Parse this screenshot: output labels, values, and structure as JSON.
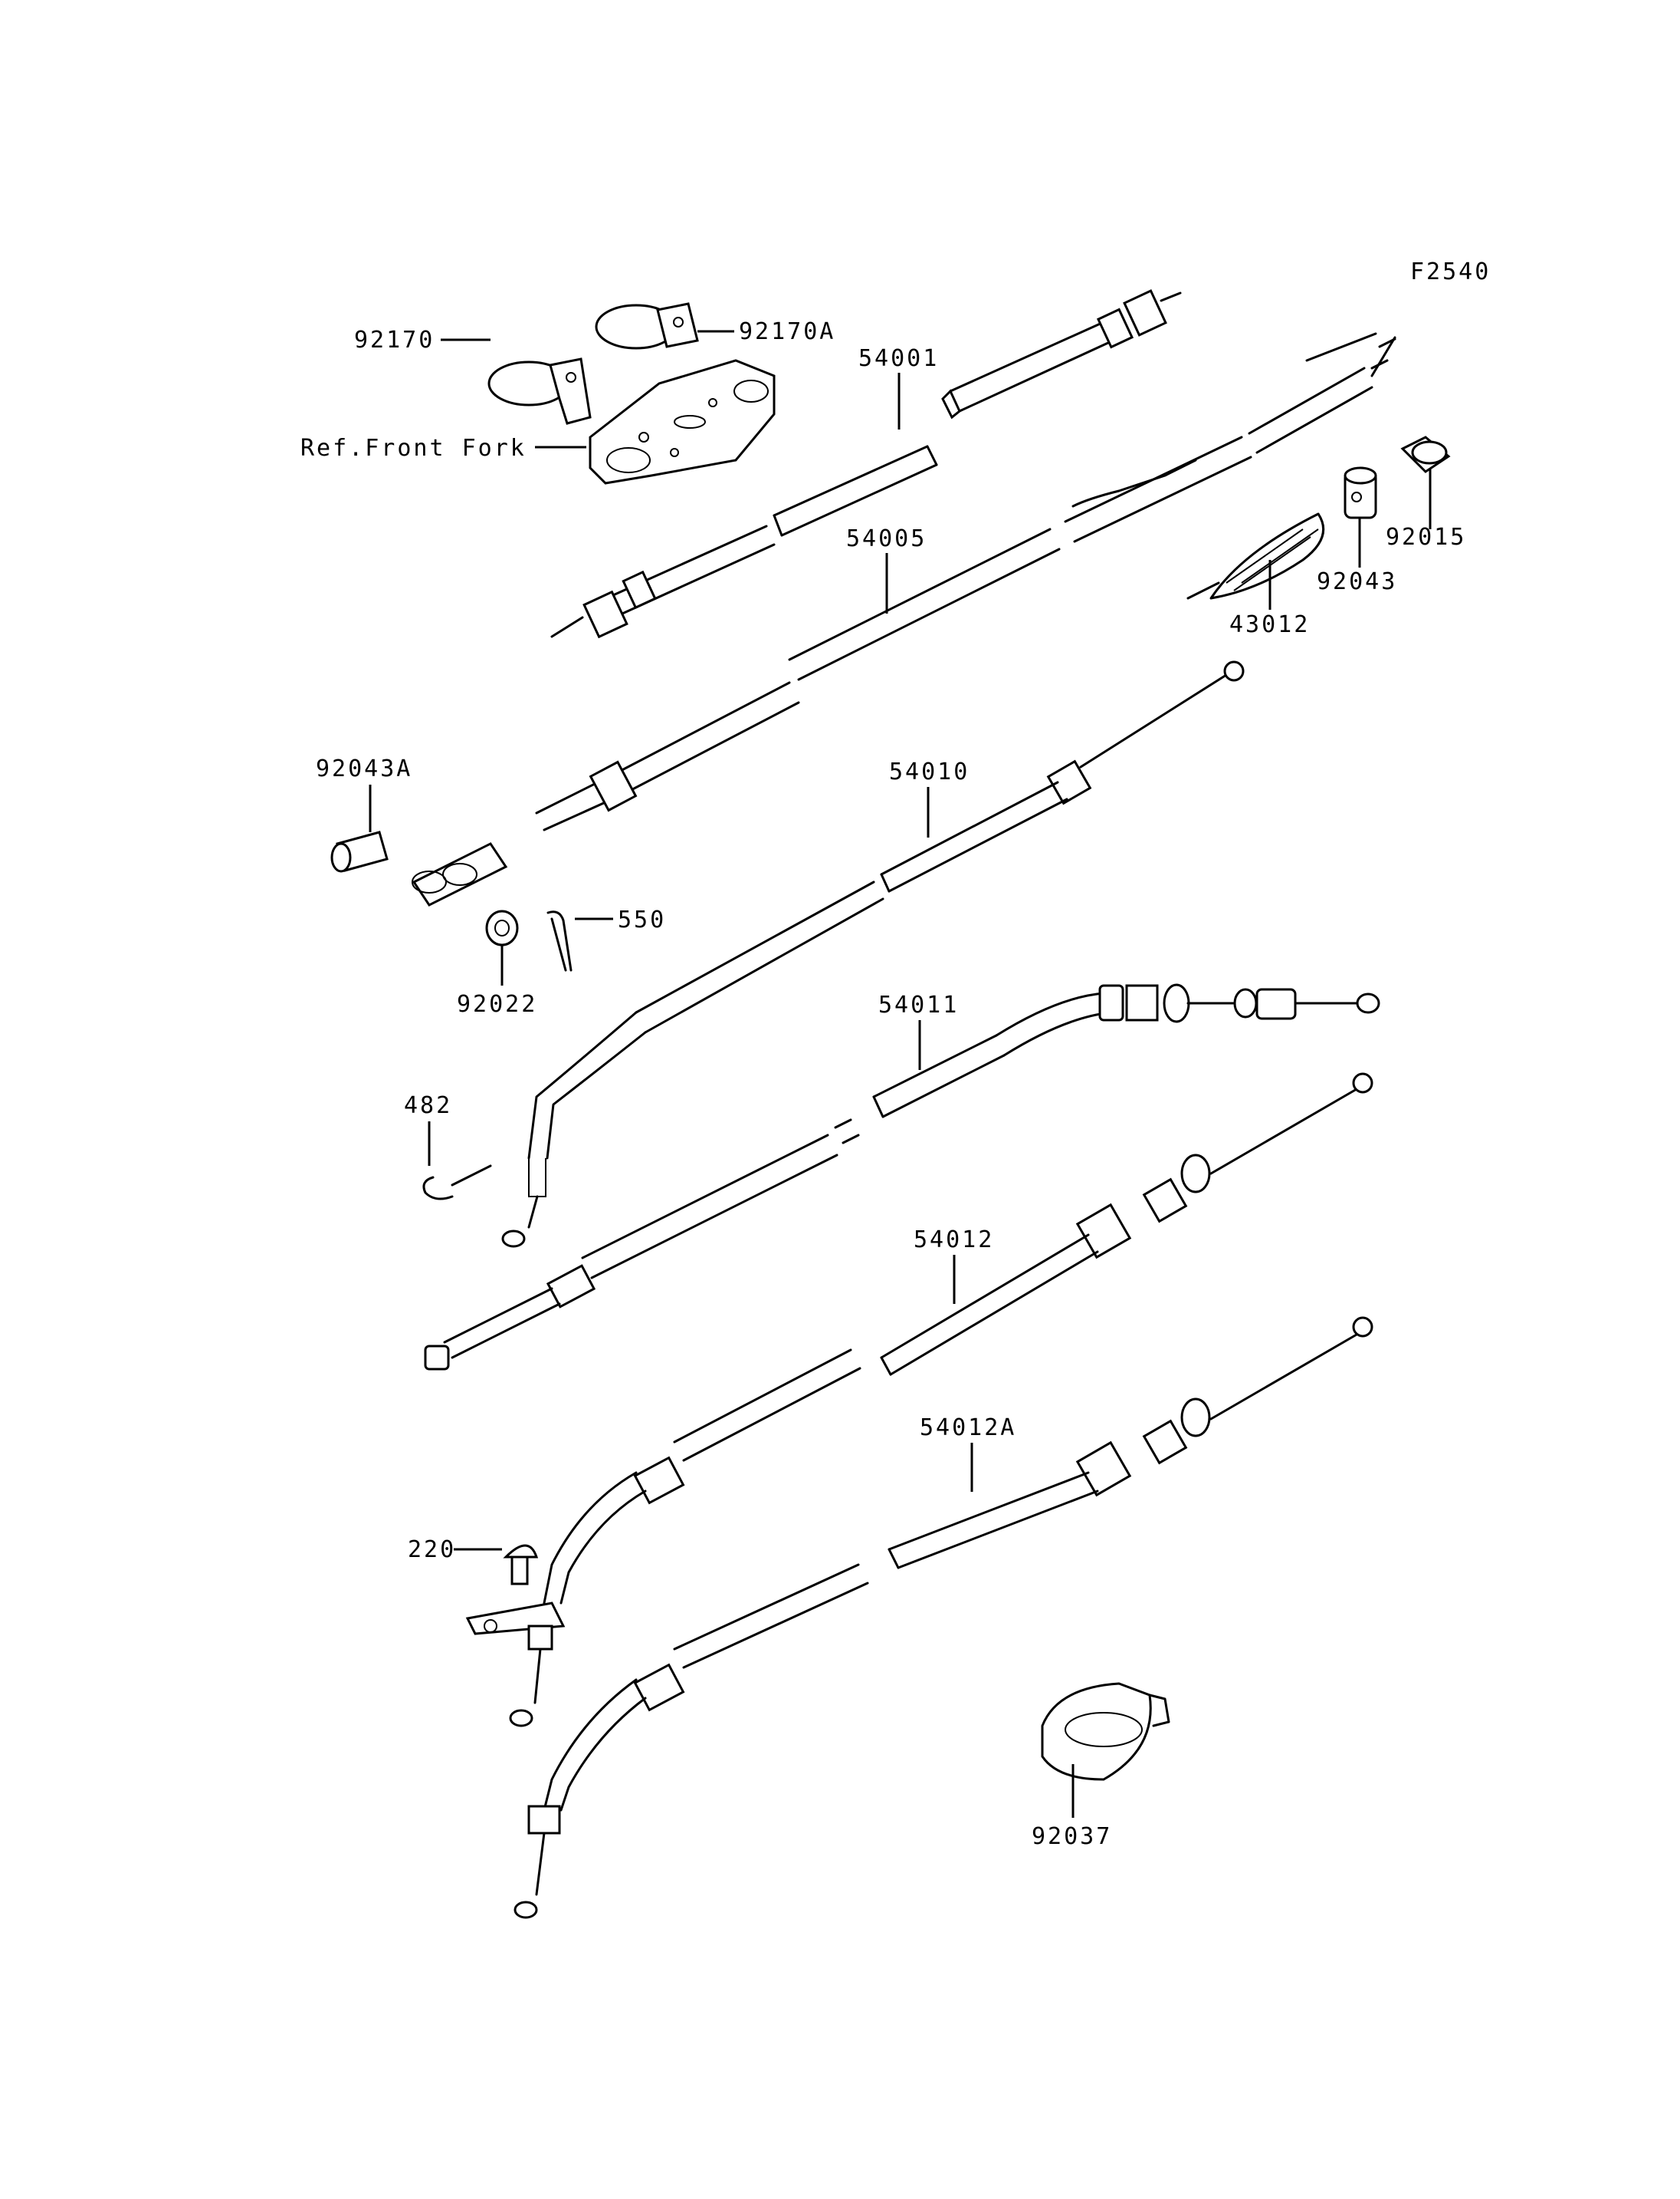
{
  "diagram_code": "F2540",
  "labels": {
    "p92170A": "92170A",
    "p92170": "92170",
    "ref_front_fork": "Ref.Front Fork",
    "p54001": "54001",
    "p54005": "54005",
    "p92015": "92015",
    "p92043": "92043",
    "p43012": "43012",
    "p92043A": "92043A",
    "p54010": "54010",
    "p550": "550",
    "p92022": "92022",
    "p54011": "54011",
    "p482": "482",
    "p54012": "54012",
    "p54012A": "54012A",
    "p220": "220",
    "p92037": "92037"
  }
}
